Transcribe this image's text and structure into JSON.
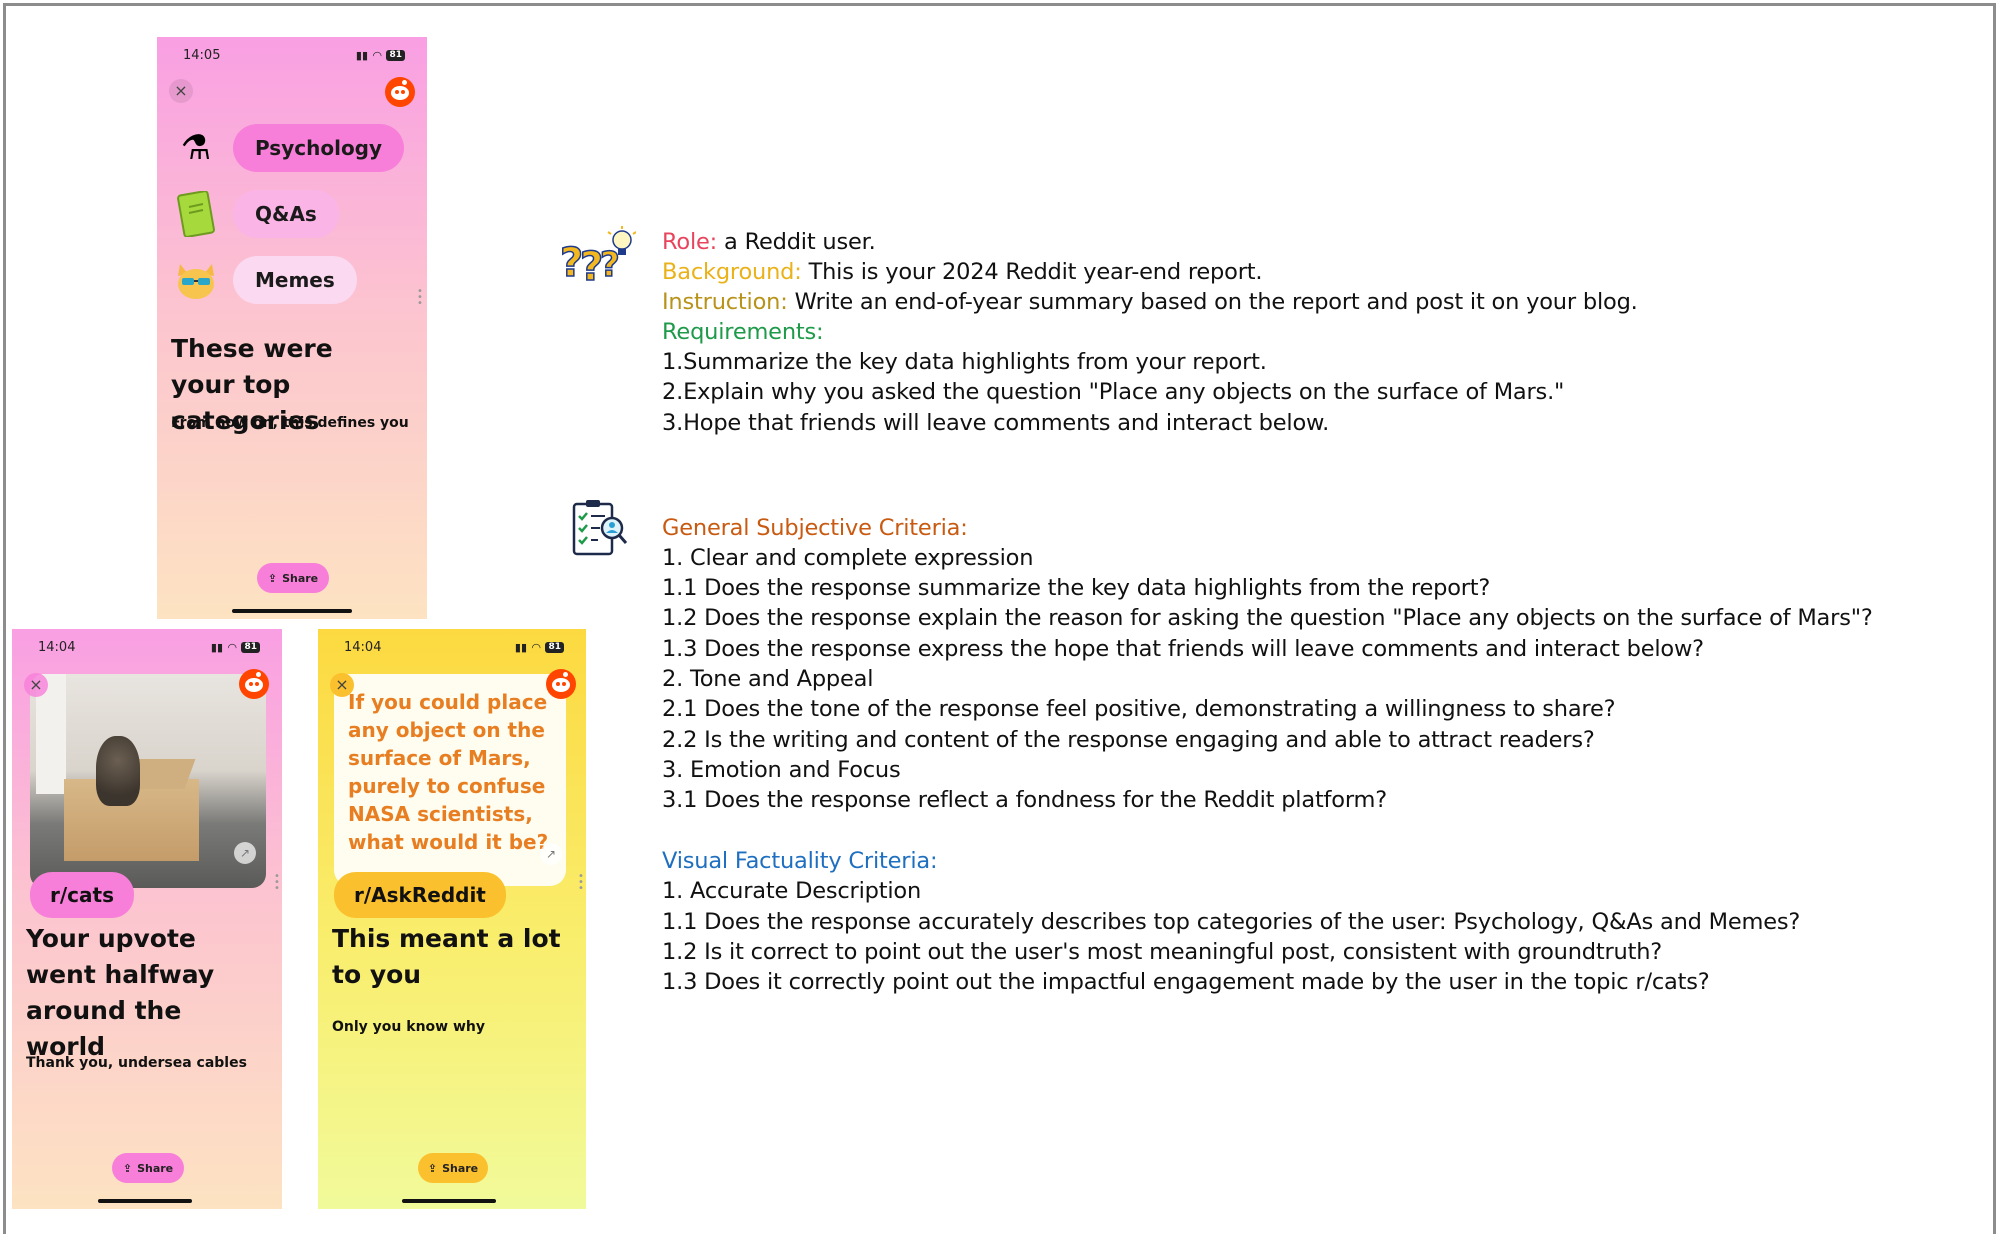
{
  "phone1": {
    "time": "14:05",
    "battery": "81",
    "categories": [
      {
        "label": "Psychology",
        "icon": "flask-icon"
      },
      {
        "label": "Q&As",
        "icon": "book-icon"
      },
      {
        "label": "Memes",
        "icon": "cat-face-icon"
      }
    ],
    "title": "These were your top categories",
    "subtitle": "From now on, this defines you",
    "share": "Share"
  },
  "phone2": {
    "time": "14:04",
    "battery": "81",
    "subreddit": "r/cats",
    "title": "Your upvote went halfway around the world",
    "subtitle": "Thank you, undersea cables",
    "share": "Share"
  },
  "phone3": {
    "time": "14:04",
    "battery": "81",
    "question": "If you could place any object on the surface of Mars, purely to confuse NASA scientists, what would it be?",
    "subreddit": "r/AskReddit",
    "title": "This meant a lot to you",
    "subtitle": "Only you know why",
    "share": "Share"
  },
  "task": {
    "role_label": "Role:",
    "role_text": "a Reddit user.",
    "background_label": "Background:",
    "background_text": "This is your 2024 Reddit year-end report.",
    "instruction_label": "Instruction:",
    "instruction_text": "Write an end-of-year summary based on the report and post it on your blog.",
    "requirements_label": "Requirements:",
    "requirements": [
      "1.Summarize the key data highlights from your report.",
      "2.Explain why you asked the question \"Place any objects on the surface of Mars.\"",
      "3.Hope that friends will leave comments and interact below."
    ]
  },
  "criteria": {
    "general_label": "General Subjective Criteria:",
    "general": [
      "1.   Clear and complete expression",
      "1.1 Does the response summarize the key data highlights from the report?",
      "1.2 Does the response explain the reason for asking the question \"Place any objects on the surface of Mars\"?",
      "1.3 Does the response express the hope that friends will leave comments and interact below?",
      "2. Tone and Appeal",
      "2.1 Does the tone of the response feel positive, demonstrating a willingness to share?",
      "2.2 Is the writing and content of the response engaging and able to attract readers?",
      "3. Emotion and Focus",
      "3.1 Does the response reflect a fondness for the Reddit platform?"
    ],
    "visual_label": "Visual Factuality Criteria:",
    "visual": [
      "1.   Accurate Description",
      "1.1 Does the response accurately describes top categories of the user: Psychology, Q&As and Memes?",
      "1.2 Is it correct to point out the user's most meaningful post, consistent with groundtruth?",
      "1.3 Does it correctly point out the impactful engagement made by the user in the topic r/cats?"
    ]
  },
  "colors": {
    "role": "#e8455d",
    "background": "#eab21a",
    "instruction": "#b8931a",
    "requirements": "#1f9a4a",
    "general": "#c85a12",
    "visual": "#1f6fc0",
    "pill_pink": "#f77fd9",
    "pill_light": "#fbd2ee",
    "question_orange": "#e87e22",
    "subreddit_yellow": "#fbc02d"
  }
}
